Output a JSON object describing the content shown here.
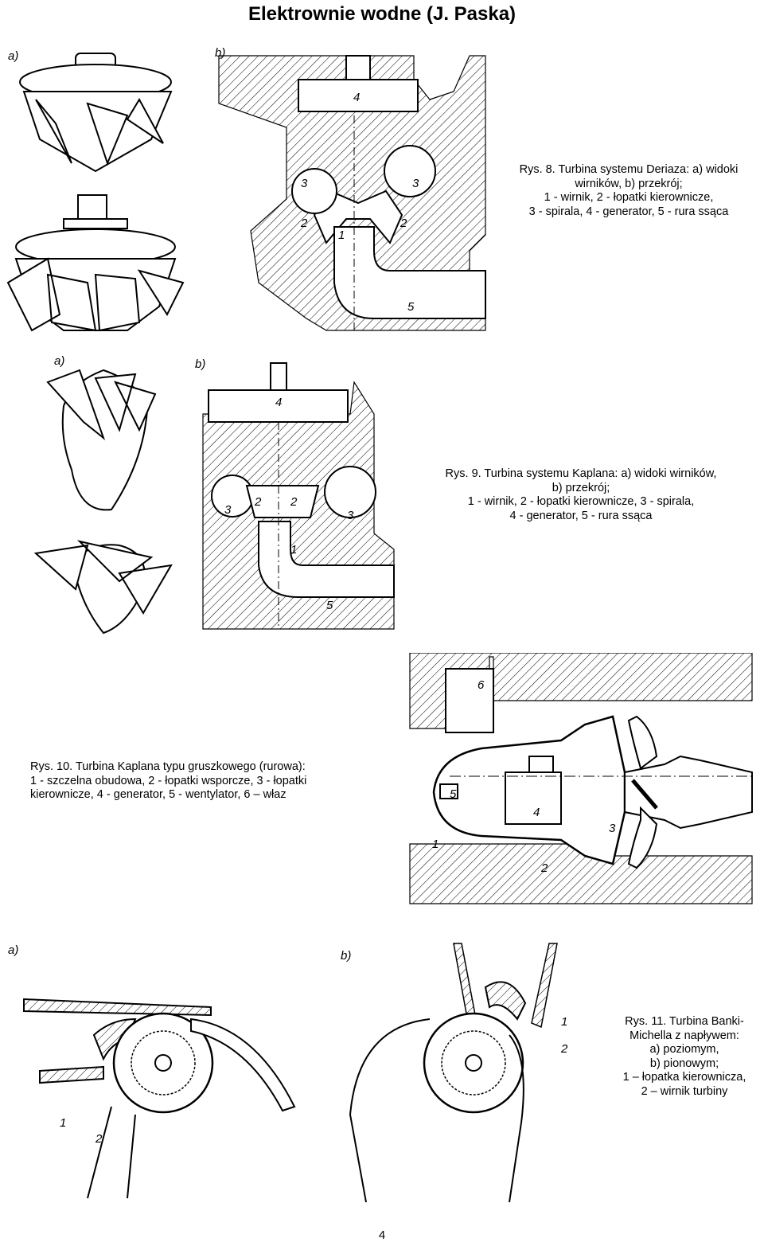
{
  "page_title": "Elektrownie wodne (J. Paska)",
  "page_number": "4",
  "figures": [
    {
      "id": "rys8",
      "caption_lines": [
        "Rys. 8. Turbina systemu Deriaza: a) widoki",
        "wirników, b) przekrój;",
        "1 - wirnik, 2 - łopatki kierownicze,",
        "3 - spirala, 4 - generator, 5 - rura ssąca"
      ],
      "panel_labels": [
        "a)",
        "b)"
      ],
      "numbers": [
        "4",
        "3",
        "3",
        "2",
        "1",
        "2",
        "5"
      ]
    },
    {
      "id": "rys9",
      "caption_lines": [
        "Rys. 9. Turbina systemu Kaplana: a) widoki wirników,",
        "b) przekrój;",
        "1 - wirnik, 2 - łopatki kierownicze, 3 - spirala,",
        "4 - generator, 5 - rura ssąca"
      ],
      "panel_labels": [
        "a)",
        "b)"
      ],
      "numbers": [
        "4",
        "3",
        "2",
        "2",
        "3",
        "1",
        "5"
      ]
    },
    {
      "id": "rys10",
      "caption_lines": [
        "Rys. 10. Turbina Kaplana typu gruszkowego (rurowa):",
        "1 - szczelna obudowa, 2 - łopatki wsporcze, 3 - łopatki",
        "kierownicze, 4 - generator, 5 - wentylator, 6 – właz"
      ],
      "numbers": [
        "6",
        "5",
        "4",
        "3",
        "1",
        "2"
      ]
    },
    {
      "id": "rys11",
      "caption_lines": [
        "Rys. 11. Turbina Banki-",
        "Michella z napływem:",
        "a) poziomym,",
        "b) pionowym;",
        "1 – łopatka kierownicza,",
        "2 – wirnik turbiny"
      ],
      "panel_labels": [
        "a)",
        "b)"
      ],
      "numbers": [
        "1",
        "2",
        "1",
        "2"
      ]
    }
  ]
}
